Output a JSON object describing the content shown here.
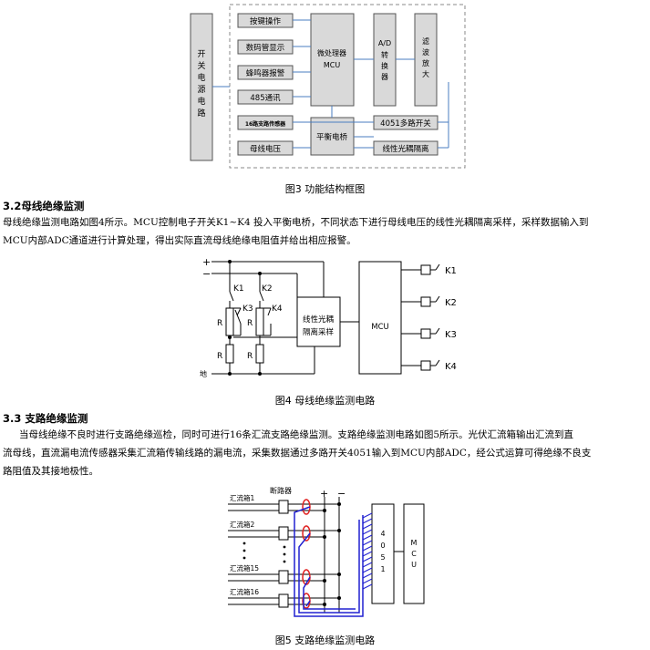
{
  "fig3": {
    "boxes": {
      "power": "开关电源电路",
      "keys": "按键操作",
      "display": "数码管显示",
      "buzzer": "蜂鸣器报警",
      "rs485": "485通讯",
      "hall16": "16路支路传感器",
      "busv": "母线电压",
      "mcu1": "微处理器",
      "mcu2": "MCU",
      "ad": "A/D转换器",
      "filter": "滤波放大",
      "bridge": "平衡电桥",
      "mux": "4051多路开关",
      "opto": "线性光耦隔离"
    },
    "caption": "图3 功能结构框图"
  },
  "sec32": {
    "heading": "3.2母线绝缘监测",
    "line1": "母线绝缘监测电路如图4所示。MCU控制电子开关K1~K4 投入平衡电桥，不同状态下进行母线电压的线性光耦隔离采样，采样数据输入到",
    "line2": "MCU内部ADC通道进行计算处理，得出实际直流母线绝缘电阻值并给出相应报警。"
  },
  "fig4": {
    "plus": "+",
    "minus": "−",
    "k1": "K1",
    "k2": "K2",
    "k3": "K3",
    "k4": "K4",
    "r": "R",
    "ground": "地",
    "opto1": "线性光耦",
    "opto2": "隔离采样",
    "mcu": "MCU",
    "right_k": [
      "K1",
      "K2",
      "K3",
      "K4"
    ],
    "caption": "图4 母线绝缘监测电路"
  },
  "sec33": {
    "heading": "3.3  支路绝缘监测",
    "line1": "当母线绝缘不良时进行支路绝缘巡检，同时可进行16条汇流支路绝缘监测。支路绝缘监测电路如图5所示。光伏汇流箱输出汇流到直",
    "line2": "流母线，直流漏电流传感器采集汇流箱传输线路的漏电流，采集数据通过多路开关4051输入到MCU内部ADC，经公式运算可得绝缘不良支",
    "line3": "路阻值及其接地极性。"
  },
  "fig5": {
    "breaker": "断路器",
    "plus": "+",
    "minus": "−",
    "boxes": [
      "汇流箱1",
      "汇流箱2",
      "汇流箱15",
      "汇流箱16"
    ],
    "mux": "4051",
    "mcu": "MCU",
    "caption": "图5 支路绝缘监测电路"
  }
}
